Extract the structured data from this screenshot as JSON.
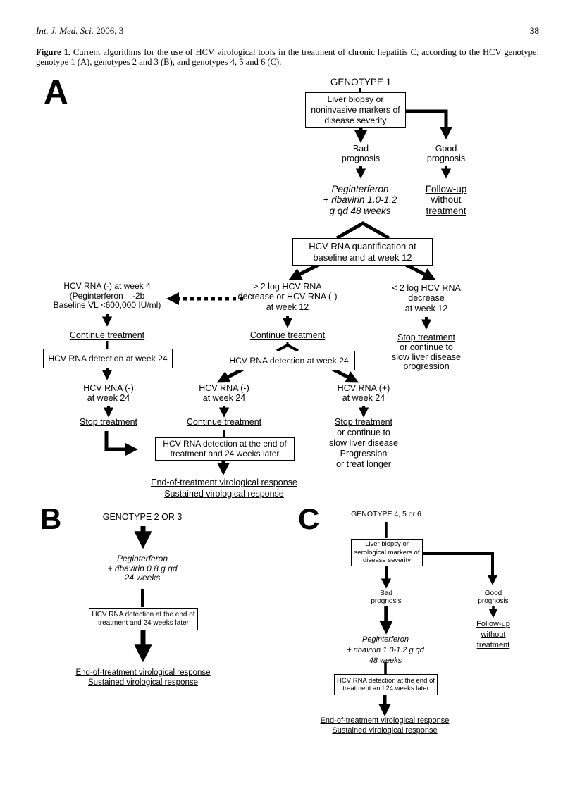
{
  "header": {
    "journal_italic": "Int. J. Med. Sci.",
    "journal_rest": " 2006, 3",
    "page_number": "38"
  },
  "caption": {
    "label": "Figure 1.",
    "text": " Current algorithms for the use of HCV virological tools in the treatment of chronic hepatitis C, according to the HCV genotype: genotype 1 (A), genotypes 2 and 3 (B), and genotypes 4, 5 and 6 (C)."
  },
  "panel_a": {
    "label": "A",
    "title": "GENOTYPE 1",
    "biopsy_box": [
      "Liver biopsy or",
      "noninvasive markers of",
      "disease severity"
    ],
    "bad_prognosis": [
      "Bad",
      "prognosis"
    ],
    "good_prognosis": [
      "Good",
      "prognosis"
    ],
    "treatment": [
      "Peginterferon",
      "+ ribavirin 1.0-1.2",
      "g qd 48 weeks"
    ],
    "followup": [
      "Follow-up",
      "without",
      "treatment"
    ],
    "quant_box": [
      "HCV RNA quantification at",
      "baseline and at week 12"
    ],
    "week4_rvr": [
      "HCV RNA (-) at week 4",
      "(Peginterferon    -2b",
      "Baseline VL <600,000 IU/ml)"
    ],
    "evr": [
      "≥ 2 log HCV RNA",
      "decrease or HCV RNA (-)",
      "at week 12"
    ],
    "no_evr": [
      "< 2 log HCV RNA",
      "decrease",
      "at week 12"
    ],
    "continue_week4": "Continue treatment",
    "det24_left_box": "HCV RNA detection at week 24",
    "continue_evr": "Continue treatment",
    "det24_mid_box": "HCV RNA detection at week 24",
    "stop_no_evr_head": "Stop treatment",
    "stop_no_evr_rest": [
      "or continue to",
      "slow liver disease",
      "progression"
    ],
    "neg24_left": [
      "HCV RNA (-)",
      "at week 24"
    ],
    "stop_left": "Stop treatment",
    "neg24_mid": [
      "HCV RNA (-)",
      "at week 24"
    ],
    "continue_mid": "Continue treatment",
    "pos24": [
      "HCV RNA (+)",
      "at week 24"
    ],
    "stop_pos_head": "Stop treatment",
    "stop_pos_rest": [
      "or continue to",
      "slow liver disease",
      "Progression",
      "or treat longer"
    ],
    "end_box": [
      "HCV RNA detection at the end of",
      "treatment and 24 weeks later"
    ],
    "outcome": [
      "End-of-treatment virological response",
      "Sustained virological response"
    ]
  },
  "panel_b": {
    "label": "B",
    "title": "GENOTYPE 2 OR 3",
    "treatment": [
      "Peginterferon",
      "+ ribavirin 0.8 g qd",
      "24 weeks"
    ],
    "end_box": [
      "HCV RNA detection at the end of",
      "treatment and 24 weeks later"
    ],
    "outcome": [
      "End-of-treatment virological response",
      "Sustained virological response"
    ]
  },
  "panel_c": {
    "label": "C",
    "title": "GENOTYPE 4, 5 or 6",
    "biopsy_box": [
      "Liver biopsy or",
      "serological markers of",
      "disease severity"
    ],
    "bad_prognosis": [
      "Bad",
      "prognosis"
    ],
    "good_prognosis": [
      "Good",
      "prognosis"
    ],
    "followup": [
      "Follow-up",
      "without",
      "treatment"
    ],
    "treatment": [
      "Peginterferon",
      "+ ribavirin 1.0-1.2 g qd",
      "48 weeks"
    ],
    "end_box": [
      "HCV RNA detection at the end of",
      "treatment and 24 weeks later"
    ],
    "outcome": [
      "End-of-treatment virological response",
      "Sustained virological response"
    ]
  }
}
